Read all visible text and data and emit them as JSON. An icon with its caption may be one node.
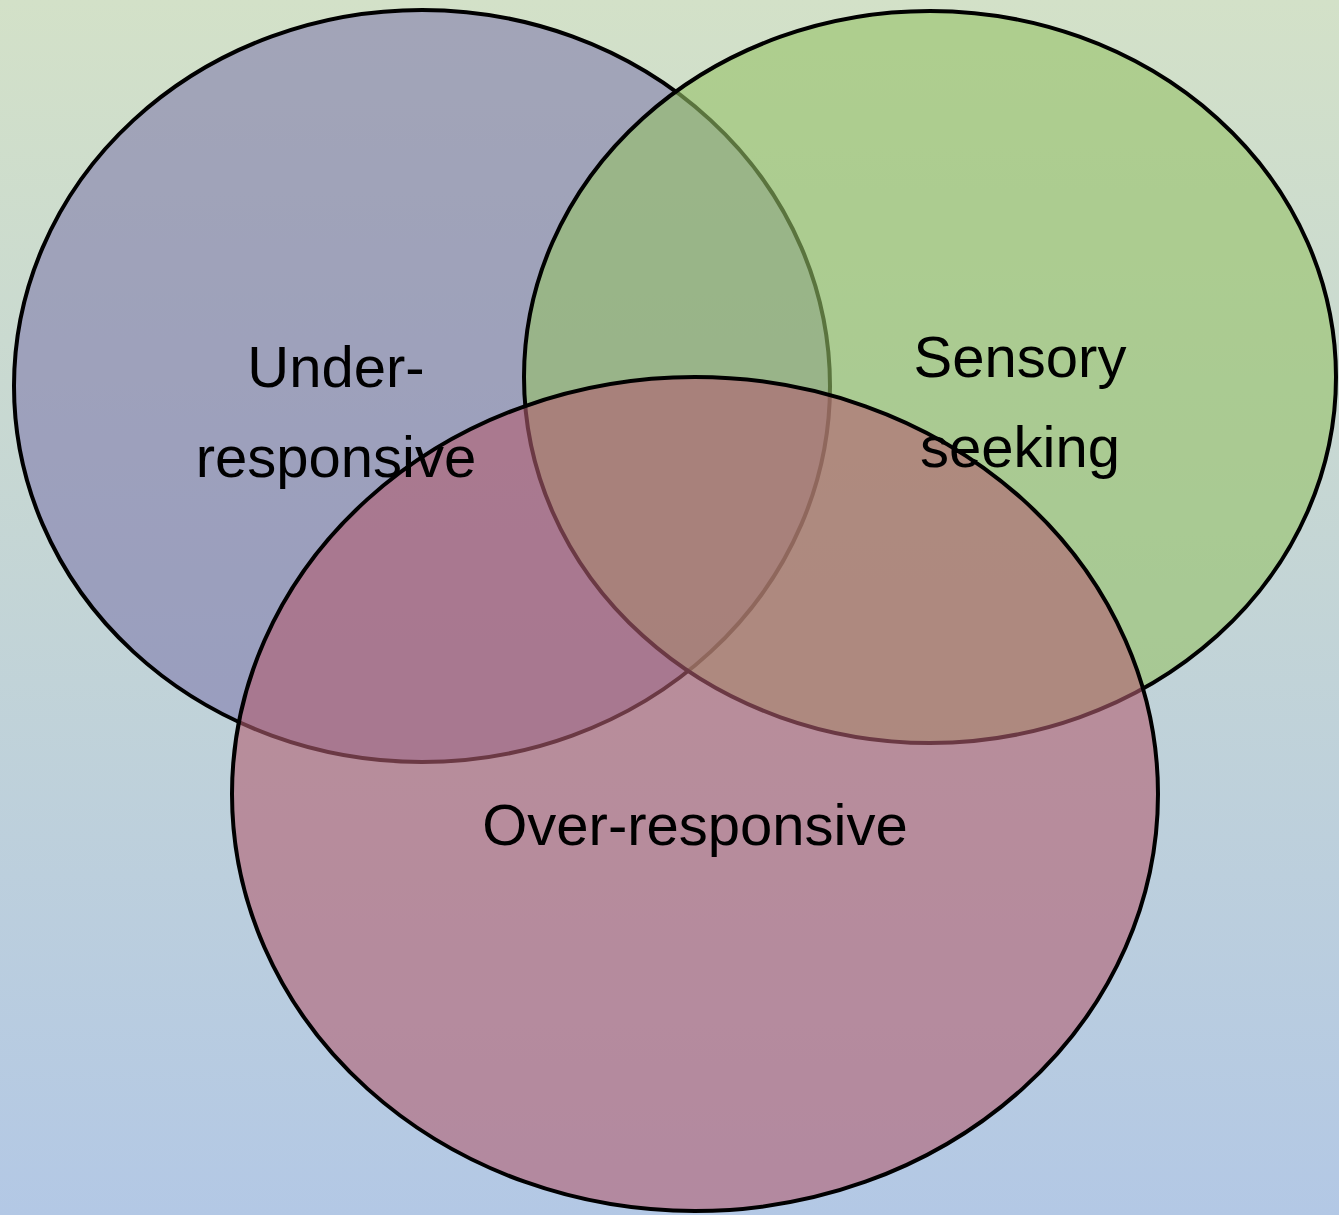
{
  "diagram": {
    "nodes": [
      {
        "text": [
          "Under-responsive"
        ]
      },
      {
        "text": [
          "Sensory seeking"
        ]
      },
      {
        "text": [
          "Over-responsive"
        ]
      }
    ]
  }
}
